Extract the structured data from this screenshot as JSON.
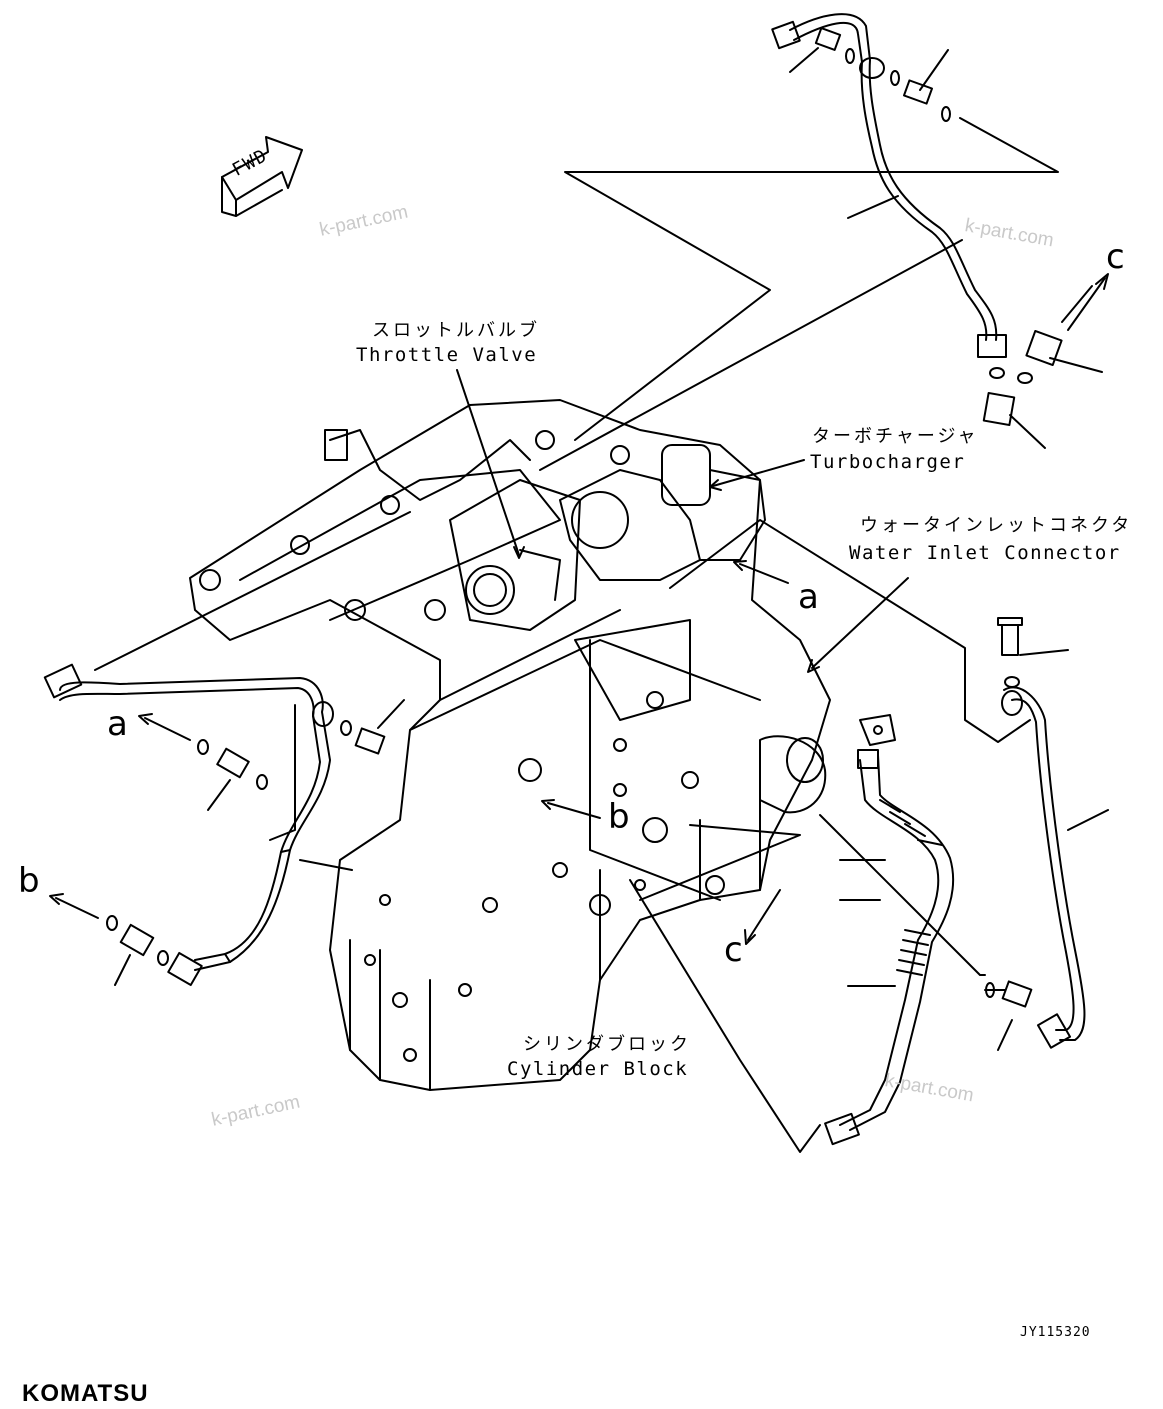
{
  "fwd_label": "FWD",
  "labels": {
    "throttle_jp": "スロットルバルブ",
    "throttle_en": "Throttle Valve",
    "turbo_jp": "ターボチャージャ",
    "turbo_en": "Turbocharger",
    "water_jp": "ウォータインレットコネクタ",
    "water_en": "Water Inlet Connector",
    "cyl_jp": "シリンダブロック",
    "cyl_en": "Cylinder Block"
  },
  "refs": {
    "c_top": "c",
    "a_right": "a",
    "a_left": "a",
    "b_center": "b",
    "b_left": "b",
    "c_bottom": "c"
  },
  "watermarks": [
    "k-part.com",
    "k-part.com",
    "k-part.com",
    "k-part.com"
  ],
  "drawing_code": "JY115320",
  "brand": "KOMATSU"
}
